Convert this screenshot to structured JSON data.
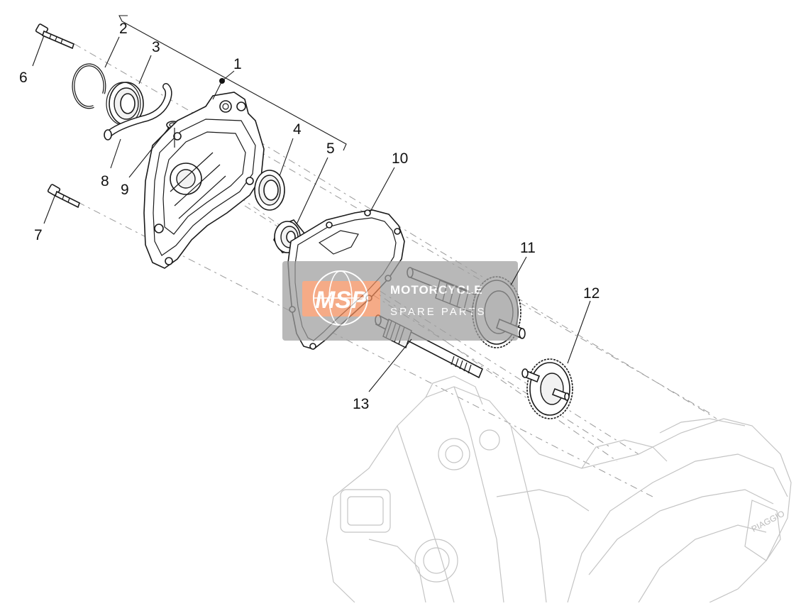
{
  "diagram": {
    "callouts": [
      {
        "id": "1",
        "text": "1"
      },
      {
        "id": "2",
        "text": "2"
      },
      {
        "id": "3",
        "text": "3"
      },
      {
        "id": "4",
        "text": "4"
      },
      {
        "id": "5",
        "text": "5"
      },
      {
        "id": "6",
        "text": "6"
      },
      {
        "id": "7",
        "text": "7"
      },
      {
        "id": "8",
        "text": "8"
      },
      {
        "id": "9",
        "text": "9"
      },
      {
        "id": "10",
        "text": "10"
      },
      {
        "id": "11",
        "text": "11"
      },
      {
        "id": "12",
        "text": "12"
      },
      {
        "id": "13",
        "text": "13"
      }
    ]
  },
  "watermark": {
    "logo": "MSP",
    "line1": "MOTORCYCLE",
    "line2": "SPARE PARTS",
    "colors": {
      "panel": "#9e9e9e",
      "logo_bg": "#f28c5a"
    }
  },
  "engine_badge": "PIAGGIO"
}
